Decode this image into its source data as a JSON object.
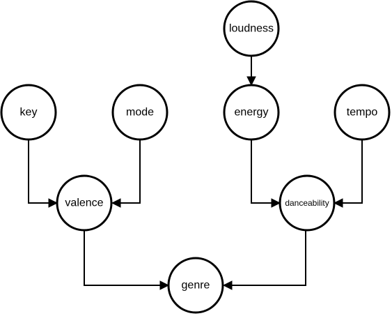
{
  "nodes": [
    {
      "id": "loudness",
      "label": "loudness"
    },
    {
      "id": "key",
      "label": "key"
    },
    {
      "id": "mode",
      "label": "mode"
    },
    {
      "id": "energy",
      "label": "energy"
    },
    {
      "id": "tempo",
      "label": "tempo"
    },
    {
      "id": "valence",
      "label": "valence"
    },
    {
      "id": "danceability",
      "label": "danceability"
    },
    {
      "id": "genre",
      "label": "genre"
    }
  ],
  "edges": [
    {
      "from": "loudness",
      "to": "energy"
    },
    {
      "from": "key",
      "to": "valence"
    },
    {
      "from": "mode",
      "to": "valence"
    },
    {
      "from": "energy",
      "to": "danceability"
    },
    {
      "from": "tempo",
      "to": "danceability"
    },
    {
      "from": "valence",
      "to": "genre"
    },
    {
      "from": "danceability",
      "to": "genre"
    }
  ]
}
